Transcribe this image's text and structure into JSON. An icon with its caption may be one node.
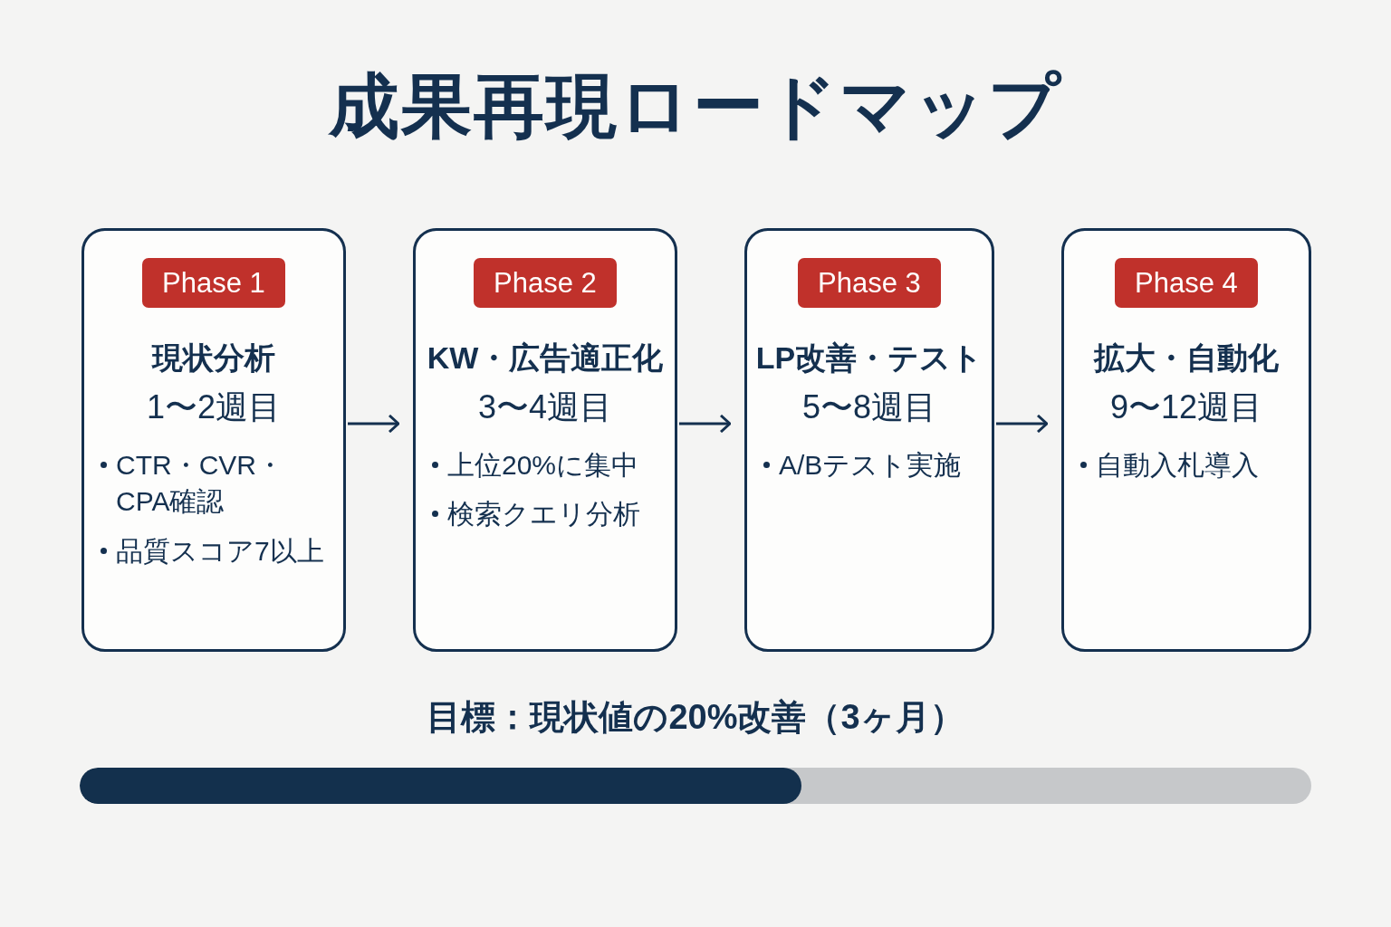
{
  "diagram": {
    "title": "成果再現ロードマップ",
    "nodes": [
      {
        "text": [
          "Phase 1",
          "現状分析",
          "1〜2週目",
          "CTR・CVR・CPA確認",
          "品質スコア7以上"
        ]
      },
      {
        "text": [
          "Phase 2",
          "KW・広告適正化",
          "3〜4週目",
          "上位20%に集中",
          "検索クエリ分析"
        ]
      },
      {
        "text": [
          "Phase 3",
          "LP改善・テスト",
          "5〜8週目",
          "A/Bテスト実施"
        ]
      },
      {
        "text": [
          "Phase 4",
          "拡大・自動化",
          "9〜12週目",
          "自動入札導入"
        ]
      }
    ],
    "edges": [
      {
        "from": 0,
        "to": 1,
        "arrow": "to"
      },
      {
        "from": 1,
        "to": 2,
        "arrow": "to"
      },
      {
        "from": 2,
        "to": 3,
        "arrow": "to"
      }
    ],
    "labels": [
      "目標：現状値の20%改善（3ヶ月）"
    ]
  }
}
